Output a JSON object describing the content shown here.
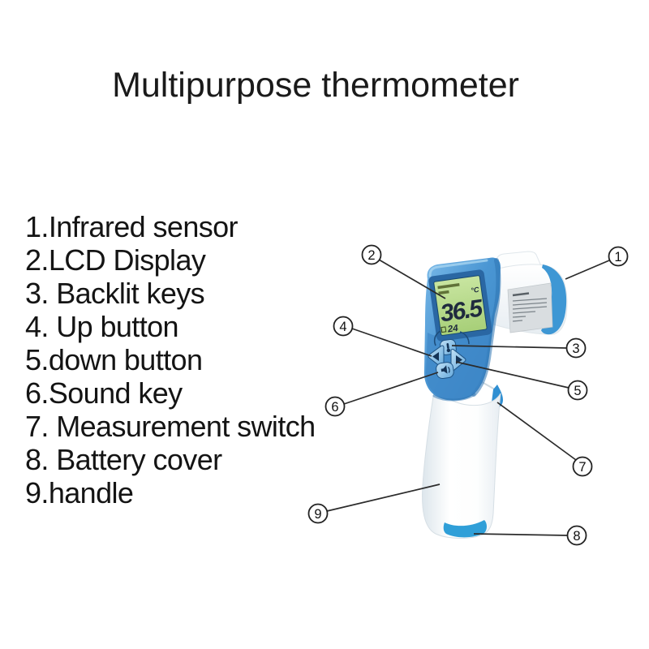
{
  "title": "Multipurpose thermometer",
  "parts": [
    "1.Infrared sensor",
    "2.LCD Display",
    "3. Backlit keys",
    "4. Up button",
    "5.down button",
    "6.Sound key",
    "7. Measurement switch",
    "8. Battery cover",
    "9.handle"
  ],
  "callouts": [
    "1",
    "2",
    "3",
    "4",
    "5",
    "6",
    "7",
    "8",
    "9"
  ],
  "device": {
    "lcd": {
      "temp": "36.5",
      "unit": "°C",
      "ambient": "24"
    }
  },
  "colors": {
    "head_blue": "#4a96d3",
    "keypad_blue": "#3d86c6",
    "front_cap_blue": "#3e97d4",
    "battery_cap_blue": "#2f9fd8",
    "lcd_green": "#b9dc8e",
    "body_white": "#ffffff",
    "label_gray": "#d9dde0",
    "text_black": "#1a1a1a"
  }
}
